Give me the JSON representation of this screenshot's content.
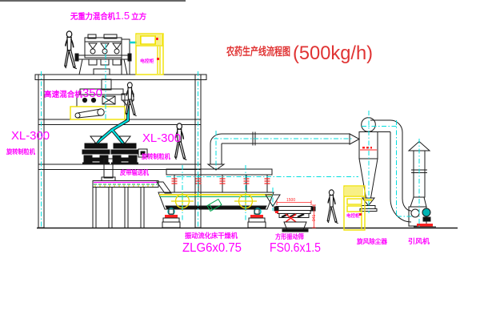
{
  "title": {
    "name": "农药生产线流程图",
    "capacity": "(500kg/h)"
  },
  "equipment_labels": {
    "gravity_mixer": {
      "name": "无重力混合机",
      "size": "1.5",
      "unit": "立方"
    },
    "high_speed_mixer": {
      "name": "高速混合机",
      "model": "350"
    },
    "granulator_left": {
      "model": "XL-300",
      "name": "旋转制粒机"
    },
    "granulator_right": {
      "model": "XL-300",
      "name": "旋转制粒机"
    },
    "belt_conveyor": {
      "name": "皮带输送机"
    },
    "fluid_bed_dryer": {
      "name": "振动流化床干燥机",
      "model": "ZLG6x0.75"
    },
    "vibrating_screen": {
      "name": "方形振动筛",
      "model": "FS0.6x1.5"
    },
    "cyclone": {
      "name": "旋风除尘器"
    },
    "fan": {
      "name": "引风机"
    },
    "control_cabinet_top": {
      "name": "电控柜"
    },
    "control_cabinet_bottom": {
      "name": "电控柜"
    }
  },
  "dimensions": {
    "screen_width": "1500",
    "screen_height": "941"
  },
  "colors": {
    "title": "#e03333",
    "label": "#ff00ff",
    "line": "#1a1a1a",
    "centerline": "#00e0e0",
    "highlight": "#f0e000",
    "accent_red": "#ff2222",
    "accent_green": "#00a651",
    "machine_teal": "#00b3b3"
  }
}
